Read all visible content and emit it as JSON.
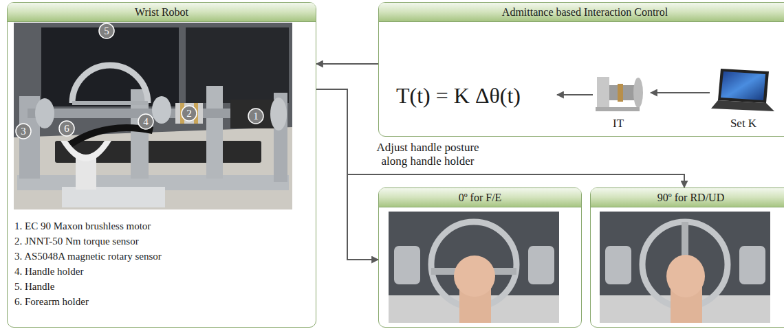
{
  "diagram": {
    "nodes": [
      {
        "text": [
          "Wrist Robot",
          "1. EC 90 Maxon brushless motor",
          "2. JNNT-50 Nm torque sensor",
          "3. AS5048A magnetic rotary sensor",
          "4. Handle holder",
          "5. Handle",
          "6. Forearm holder"
        ]
      },
      {
        "text": [
          "Admittance based Interaction Control",
          "T(t) = K Δθ(t)",
          "IT",
          "Set K"
        ]
      },
      {
        "text": [
          "0º for F/E"
        ]
      },
      {
        "text": [
          "90º for RD/UD"
        ]
      }
    ],
    "edges": [
      {
        "from": 1,
        "to": 0,
        "arrow": "to"
      },
      {
        "from": 0,
        "to": 2,
        "arrow": "to"
      },
      {
        "from": 0,
        "to": 3,
        "arrow": "to",
        "label": "Adjust handle posture along handle holder"
      }
    ],
    "labels": [
      "5",
      "3",
      "6",
      "4",
      "2",
      "1"
    ]
  }
}
